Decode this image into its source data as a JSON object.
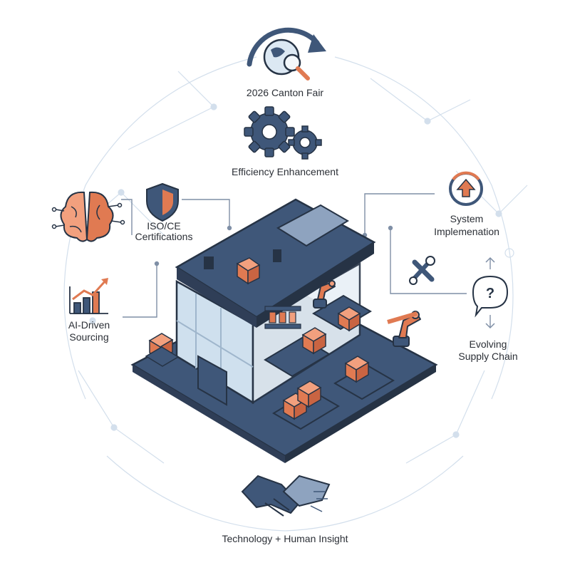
{
  "labels": {
    "canton_fair": "2026 Canton Fair",
    "efficiency": "Efficiency Enhancement",
    "iso_line1": "ISO/CE",
    "iso_line2": "Certifications",
    "ai_line1": "AI-Driven",
    "ai_line2": "Sourcing",
    "system_line1": "System",
    "system_line2": "Implemenation",
    "evolving_line1": "Evolving",
    "evolving_line2": "Supply Chain",
    "tech_human": "Technology + Human Insight"
  },
  "colors": {
    "navy": "#3f5779",
    "navy_dark": "#2f3e57",
    "orange": "#e07a52",
    "orange_light": "#f2a07e",
    "glass": "#cfe0ee",
    "network": "#c7d6e6",
    "outline": "#263345"
  },
  "icons": {
    "canton": "globe-magnifier-icon",
    "efficiency": "gears-icon",
    "iso": "shield-icon",
    "ai_brain": "brain-icon",
    "ai_chart": "growth-chart-icon",
    "system": "upload-arrow-icon",
    "tools": "wrench-icon",
    "question": "question-bubble-icon",
    "handshake": "handshake-icon",
    "factory": "smart-factory-icon"
  }
}
